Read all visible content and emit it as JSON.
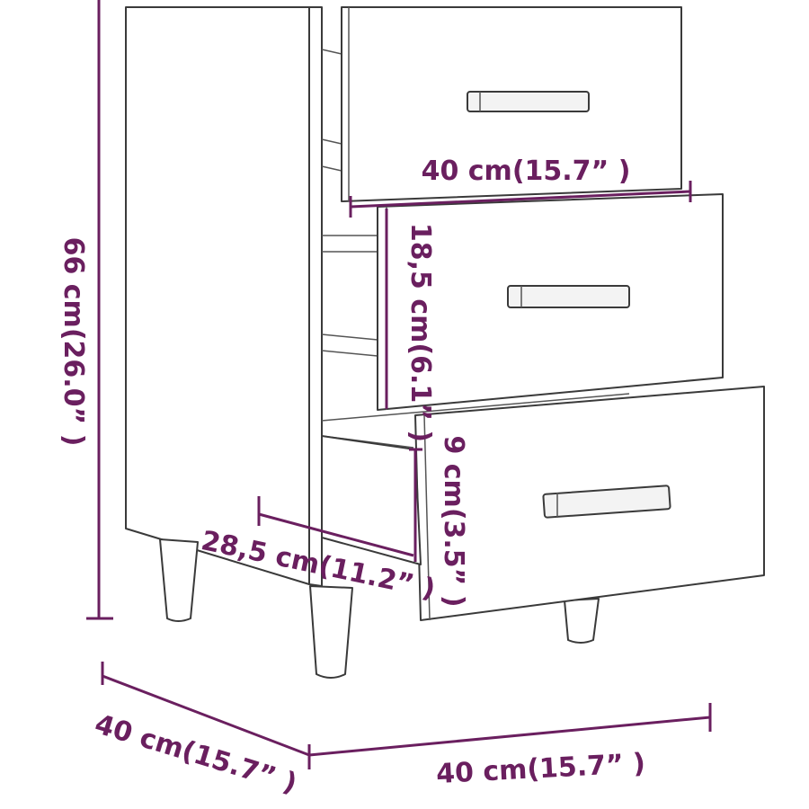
{
  "dimensions": {
    "drawer_width": "40 cm(15.7” )",
    "drawer_height": "18,5 cm(6.1” )",
    "total_height": "66 cm(26.0” )",
    "inner_depth": "28,5 cm(11.2” )",
    "drawer_front_height": "9 cm(3.5” )",
    "depth": "40 cm(15.7” )",
    "width": "40 cm(15.7” )"
  },
  "colors": {
    "dimension_lines": "#6a1f5f",
    "outline": "#3a3a3a"
  }
}
